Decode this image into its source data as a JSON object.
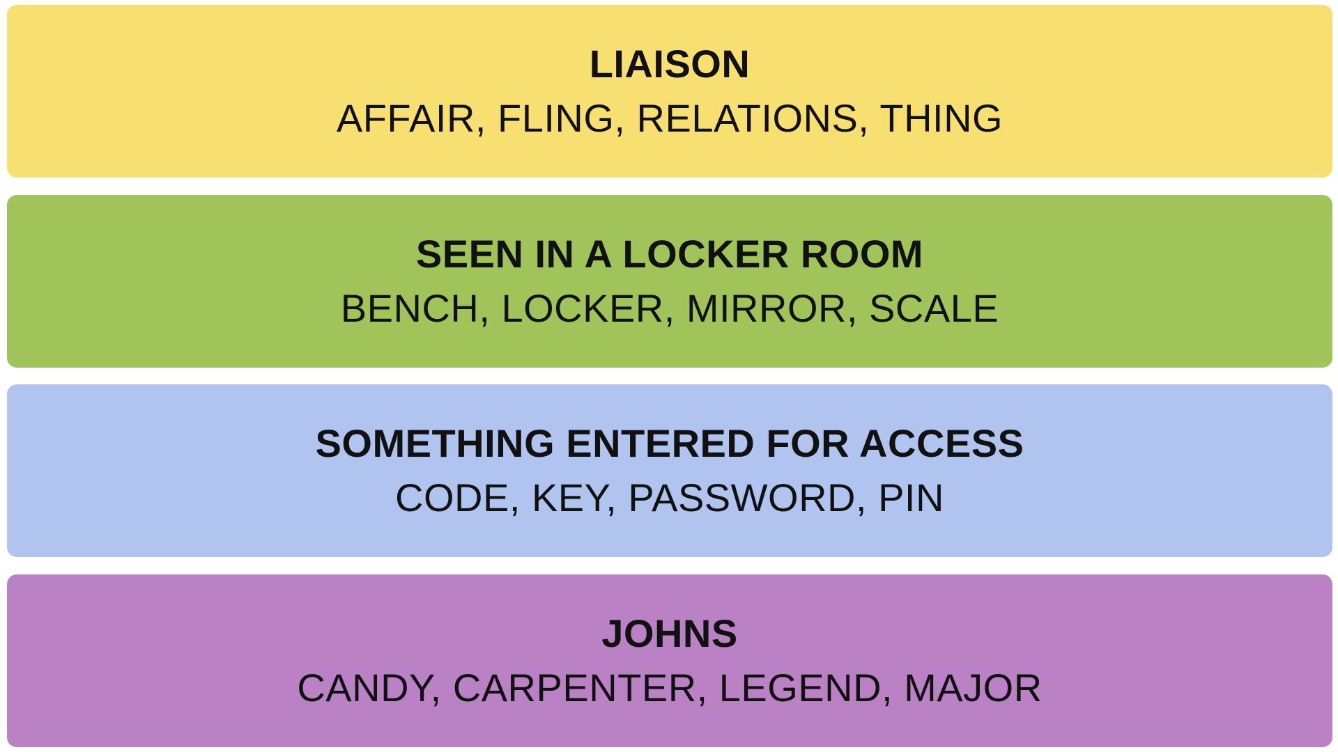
{
  "groups": [
    {
      "title": "LIAISON",
      "members": "AFFAIR, FLING, RELATIONS, THING",
      "color": "#f8df72"
    },
    {
      "title": "SEEN IN A LOCKER ROOM",
      "members": "BENCH, LOCKER, MIRROR, SCALE",
      "color": "#a0c35a"
    },
    {
      "title": "SOMETHING ENTERED FOR ACCESS",
      "members": "CODE, KEY, PASSWORD, PIN",
      "color": "#b0c4ef"
    },
    {
      "title": "JOHNS",
      "members": "CANDY, CARPENTER, LEGEND, MAJOR",
      "color": "#ba81c5"
    }
  ]
}
